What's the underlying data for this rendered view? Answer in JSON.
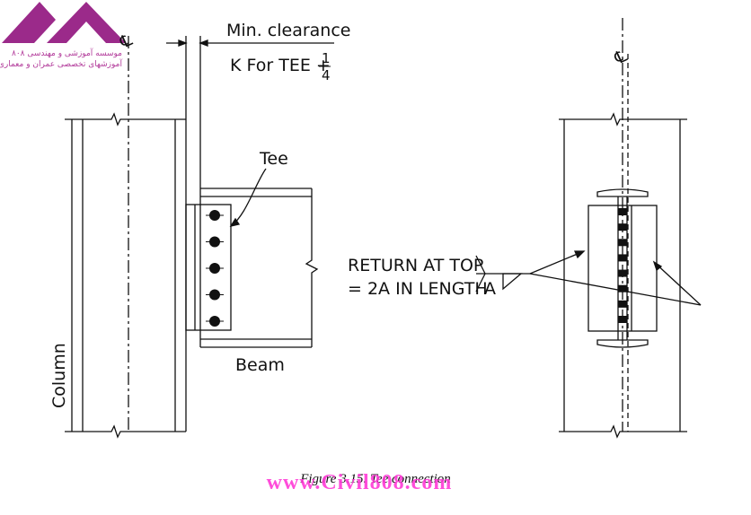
{
  "labels": {
    "min_clearance": "Min. clearance",
    "k_for_tee": "K For TEE +",
    "frac_num": "1",
    "frac_den": "4",
    "tee": "Tee",
    "beam": "Beam",
    "column": "Column",
    "return_line1": "RETURN AT TOP",
    "return_line2": "= 2A IN LENGTH",
    "weld_size": "A",
    "centerline_left": "℄",
    "centerline_right": "℄"
  },
  "caption": "Figure 3.15. Tee connection",
  "watermark": "www.Civil808.com",
  "logo": {
    "line1": "موسسه آموزشی و مهندسی ۸۰۸",
    "line2": "آموزشهای تخصصی عمران و معماری",
    "color": "#9b2a8a"
  },
  "colors": {
    "ink": "#111111",
    "watermark": "#ff3ad6"
  },
  "bolt_count": 5,
  "weld_segment_count": 8
}
